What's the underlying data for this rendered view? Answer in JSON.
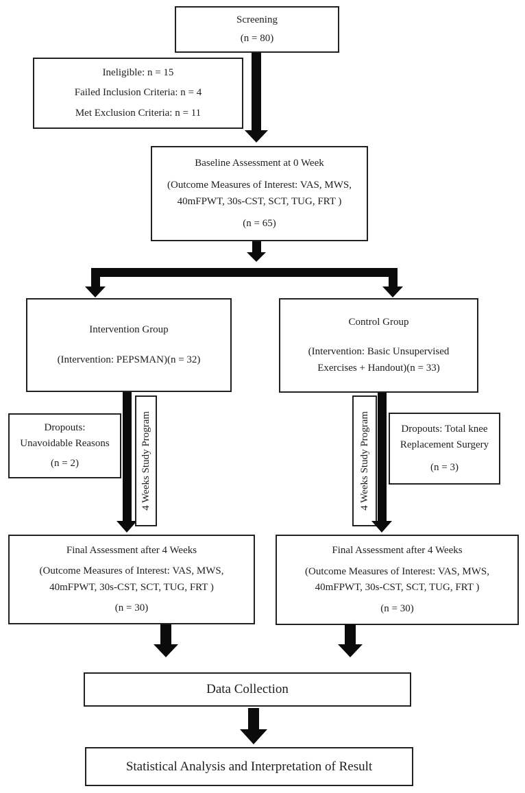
{
  "flow": {
    "screening": {
      "lines": [
        "Screening",
        "(n = 80)"
      ]
    },
    "ineligible": {
      "lines": [
        "Ineligible: n = 15",
        "Failed Inclusion Criteria: n = 4",
        "Met Exclusion Criteria: n = 11"
      ]
    },
    "baseline": {
      "lines": [
        "Baseline Assessment at 0 Week",
        "(Outcome Measures of Interest: VAS, MWS,",
        "40mFPWT, 30s-CST, SCT, TUG, FRT )",
        "(n = 65)"
      ]
    },
    "intervention_group": {
      "lines": [
        "Intervention Group",
        "(Intervention: PEPSMAN)(n = 32)"
      ]
    },
    "control_group": {
      "lines": [
        "Control Group",
        "(Intervention: Basic Unsupervised",
        "Exercises + Handout)(n = 33)"
      ]
    },
    "dropouts_left": {
      "lines": [
        "Dropouts:",
        "Unavoidable Reasons",
        "(n = 2)"
      ]
    },
    "dropouts_right": {
      "lines": [
        "Dropouts: Total knee",
        "Replacement Surgery",
        "(n = 3)"
      ]
    },
    "program_left": {
      "label": "4 Weeks Study Program"
    },
    "program_right": {
      "label": "4 Weeks Study Program"
    },
    "final_left": {
      "lines": [
        "Final Assessment after 4 Weeks",
        "(Outcome Measures of Interest: VAS, MWS,",
        "40mFPWT, 30s-CST, SCT, TUG, FRT )",
        "(n = 30)"
      ]
    },
    "final_right": {
      "lines": [
        "Final Assessment after 4 Weeks",
        "(Outcome Measures of Interest: VAS, MWS,",
        "40mFPWT, 30s-CST, SCT, TUG, FRT )",
        "(n = 30)"
      ]
    },
    "data_collection": {
      "label": "Data Collection"
    },
    "statistical": {
      "label": "Statistical Analysis and Interpretation of Result"
    }
  },
  "colors": {
    "background": "#ffffff",
    "border": "#212121",
    "arrow": "#0b0b0b",
    "text": "#1e1e1e"
  }
}
